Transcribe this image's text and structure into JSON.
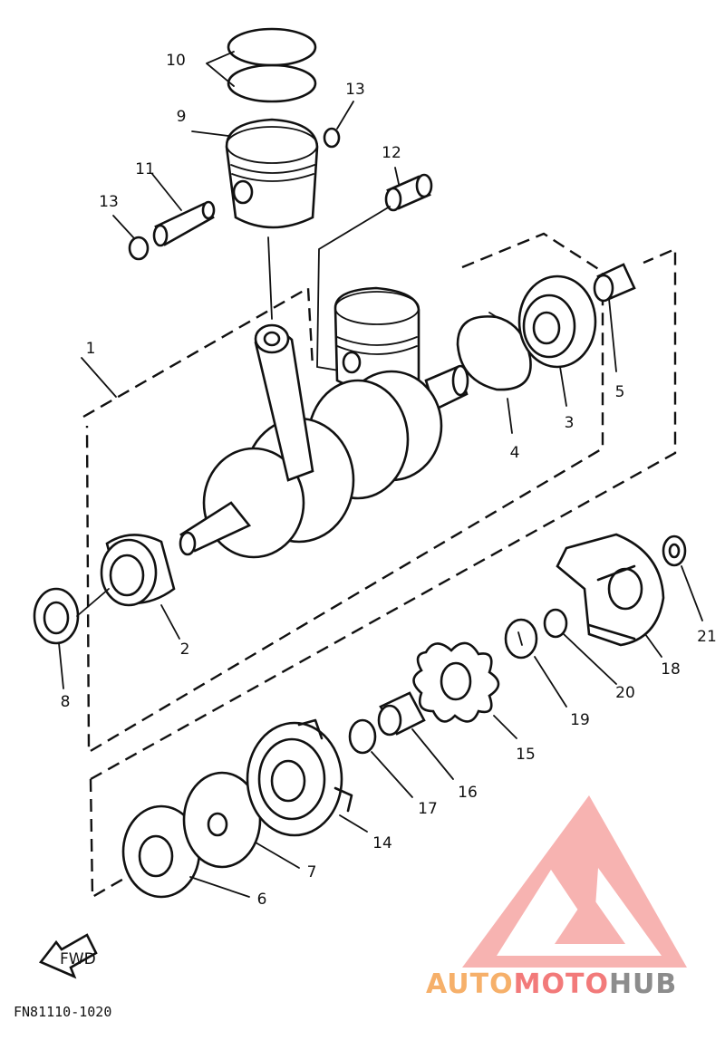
{
  "diagram": {
    "labels": [
      "1",
      "2",
      "3",
      "4",
      "5",
      "6",
      "7",
      "8",
      "9",
      "10",
      "11",
      "12",
      "13",
      "13",
      "14",
      "15",
      "16",
      "17",
      "18",
      "19",
      "20",
      "21"
    ],
    "figure_code": "FN81110-1020",
    "fwd_label": "FWD"
  },
  "watermark": {
    "part1": "AUTO",
    "part2": "MOTO",
    "part3": "HUB",
    "color1": "#f6b06a",
    "color2": "#f27a7a",
    "color3": "#8c8c8c"
  }
}
